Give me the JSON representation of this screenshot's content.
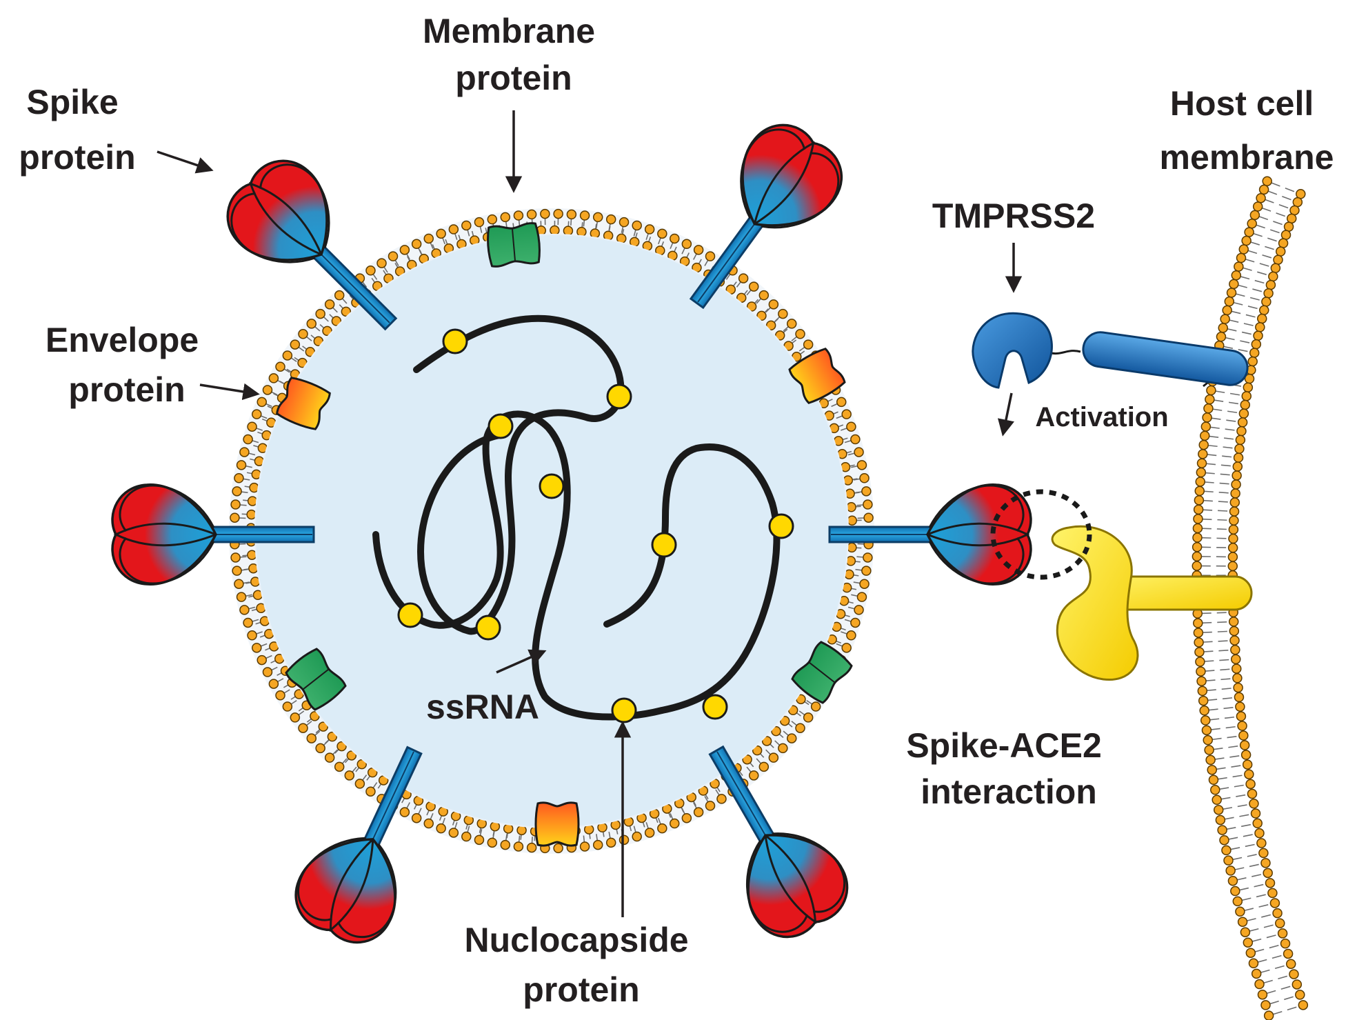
{
  "labels": {
    "membrane_protein": [
      "Membrane",
      "protein"
    ],
    "spike_protein": [
      "Spike",
      "protein"
    ],
    "envelope_protein": [
      "Envelope",
      "protein"
    ],
    "host_cell_membrane": [
      "Host cell",
      "membrane"
    ],
    "tmprss2": "TMPRSS2",
    "activation": "Activation",
    "ssrna": "ssRNA",
    "nucleocapsid_protein": [
      "Nuclocapside",
      "protein"
    ],
    "spike_ace2": [
      "Spike-ACE2",
      "interaction"
    ]
  },
  "colors": {
    "spike_head_outer": "#e3161b",
    "spike_head_inner": "#1ea0d8",
    "spike_stalk": "#1b8fce",
    "membrane_protein": "#2aa05a",
    "envelope_protein_top": "#ff5a1f",
    "envelope_protein_bottom": "#ffd21a",
    "lipid_head": "#f5a623",
    "virion_interior": "#dcecf7",
    "rna_strand": "#1a1a1a",
    "nucleocapsid_bead": "#ffd800",
    "tmprss2": "#1f6fb8",
    "ace2": "#ffe11a"
  }
}
